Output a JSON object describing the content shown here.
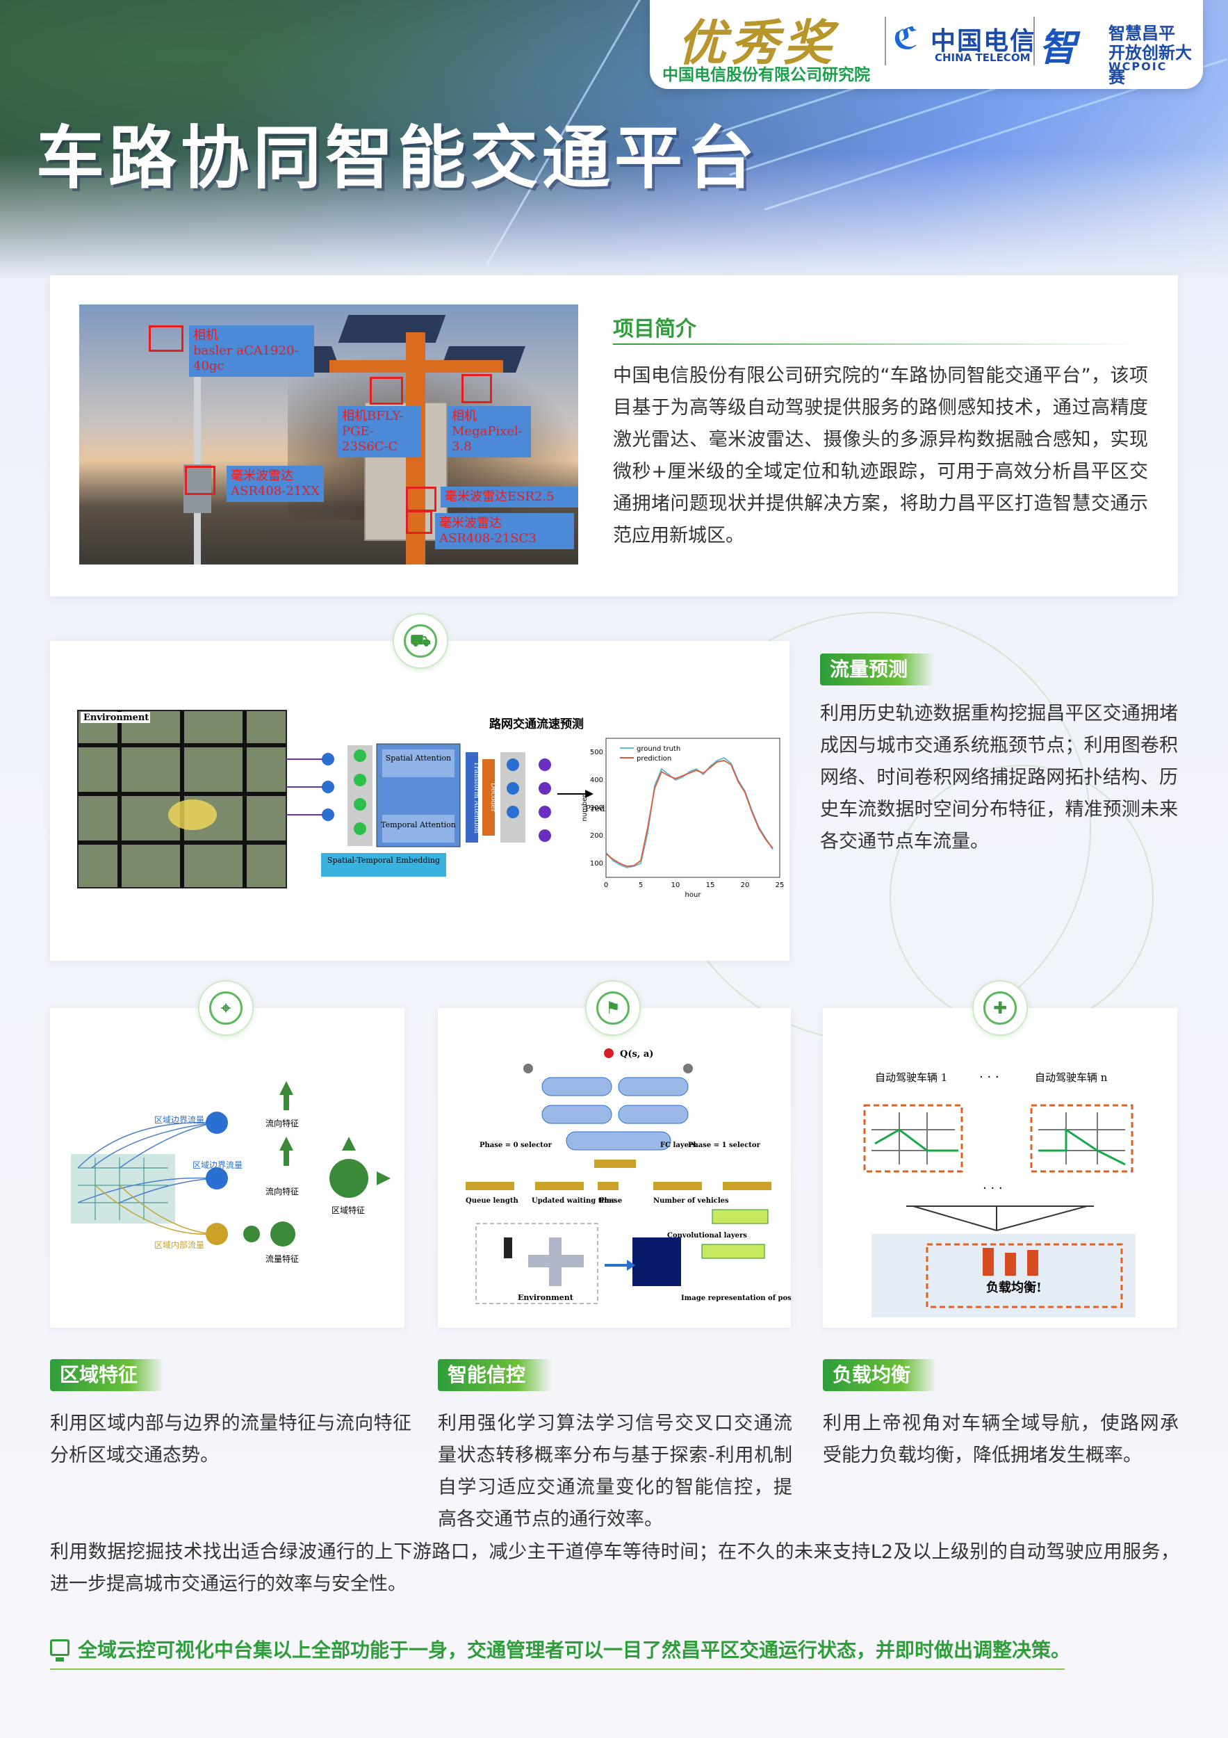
{
  "header": {
    "award_title": "优秀奖",
    "award_org": "中国电信股份有限公司研究院",
    "telecom_cn": "中国电信",
    "telecom_en": "CHINA TELECOM",
    "contest_logo": "智",
    "contest_line1": "智慧昌平",
    "contest_line2": "开放创新大赛",
    "contest_en": "WCPOIC"
  },
  "title": "车路协同智能交通平台",
  "intro": {
    "heading": "项目简介",
    "text": "中国电信股份有限公司研究院的“车路协同智能交通平台”，该项目基于为高等级自动驾驶提供服务的路侧感知技术，通过高精度激光雷达、毫米波雷达、摄像头的多源异构数据融合感知，实现微秒+厘米级的全域定位和轨迹跟踪，可用于高效分析昌平区交通拥堵问题现状并提供解决方案，将助力昌平区打造智慧交通示范应用新城区。",
    "photo_labels": {
      "cam1_a": "相机",
      "cam1_b": "basler aCA1920-40gc",
      "cam2_a": "相机BFLY-",
      "cam2_b": "PGE-23S6C-C",
      "cam3_a": "相机",
      "cam3_b": "MegaPixel-3.8",
      "radar1_a": "毫米波雷达",
      "radar1_b": "ASR408-21XX",
      "radar2": "毫米波雷达ESR2.5",
      "radar3_a": "毫米波雷达",
      "radar3_b": "ASR408-21SC3"
    }
  },
  "flow": {
    "heading": "流量预测",
    "text": "利用历史轨迹数据重构挖掘昌平区交通拥堵成因与城市交通系统瓶颈节点；利用图卷积网络、时间卷积网络捕捉路网拓扑结构、历史车流数据时空间分布特征，精准预测未来各交通节点车流量。",
    "figure": {
      "env_label": "Environment",
      "chart_title": "路网交通流速预测",
      "spatial": "Spatial Attention",
      "temporal": "Temporal Attention",
      "transformer": "Transform Attention",
      "decoder": "Decoder",
      "prediction": "Prediction",
      "embedding": "Spatial-Temporal Embedding",
      "legend_truth": "ground truth",
      "legend_pred": "prediction",
      "xlabel": "hour",
      "ylabel": "number"
    }
  },
  "chart_data": {
    "type": "line",
    "title": "路网交通流速预测",
    "xlabel": "hour",
    "ylabel": "number",
    "xlim": [
      0,
      25
    ],
    "ylim": [
      50,
      550
    ],
    "x_ticks": [
      0,
      5,
      10,
      15,
      20,
      25
    ],
    "y_ticks": [
      100,
      200,
      300,
      400,
      500
    ],
    "series": [
      {
        "name": "ground truth",
        "x": [
          0,
          1,
          2,
          3,
          4,
          5,
          6,
          7,
          8,
          9,
          10,
          11,
          12,
          13,
          14,
          15,
          16,
          17,
          18,
          19,
          20,
          21,
          22,
          23,
          24
        ],
        "values": [
          140,
          110,
          95,
          85,
          90,
          100,
          210,
          380,
          440,
          420,
          400,
          410,
          430,
          440,
          420,
          450,
          470,
          480,
          460,
          400,
          360,
          290,
          230,
          190,
          150
        ]
      },
      {
        "name": "prediction",
        "x": [
          0,
          1,
          2,
          3,
          4,
          5,
          6,
          7,
          8,
          9,
          10,
          11,
          12,
          13,
          14,
          15,
          16,
          17,
          18,
          19,
          20,
          21,
          22,
          23,
          24
        ],
        "values": [
          135,
          115,
          100,
          90,
          92,
          110,
          230,
          370,
          430,
          415,
          405,
          415,
          425,
          435,
          425,
          445,
          465,
          470,
          455,
          395,
          355,
          285,
          225,
          185,
          155
        ]
      }
    ]
  },
  "region": {
    "heading": "区域特征",
    "text": "利用区域内部与边界的流量特征与流向特征分析区域交通态势。",
    "figure": {
      "boundary1": "区域边界流量",
      "boundary2": "区域边界流量",
      "inner": "区域内部流量",
      "dir1": "流向特征",
      "dir2": "流向特征",
      "flowfeat": "流量特征",
      "regionfeat": "区域特征"
    }
  },
  "signal": {
    "heading": "智能信控",
    "text": "利用强化学习算法学习信号交叉口交通流量状态转移概率分布与基于探索-利用机制自学习适应交通流量变化的智能信控，提高各交通节点的通行效率。",
    "figure": {
      "q": "Q(s, a)",
      "phase0": "Phase = 0 selector",
      "phase1": "Phase = 1 selector",
      "fc": "FC layers",
      "queue": "Queue length",
      "wait": "Updated waiting time",
      "phase": "Phase",
      "num": "Number of vehicles",
      "conv": "Convolutional layers",
      "env": "Environment",
      "image": "Image representation of positions of cars"
    }
  },
  "balance": {
    "heading": "负载均衡",
    "text": "利用上帝视角对车辆全域导航，使路网承受能力负载均衡，降低拥堵发生概率。",
    "figure": {
      "car1": "自动驾驶车辆 1",
      "dots1": "· · ·",
      "carn": "自动驾驶车辆 n",
      "dots2": "· · ·",
      "balance_label": "负载均衡!"
    }
  },
  "bottom_text": "利用数据挖掘技术找出适合绿波通行的上下游路口，减少主干道停车等待时间；在不久的未来支持L2及以上级别的自动驾驶应用服务，进一步提高城市交通运行的效率与安全性。",
  "footer": {
    "icon": "monitor-icon",
    "text": "全域云控可视化中台集以上全部功能于一身，交通管理者可以一目了然昌平区交通运行状态，并即时做出调整决策。"
  },
  "colors": {
    "green": "#2e9d3a",
    "blue": "#1b4aa8",
    "gold": "#b8962c"
  }
}
